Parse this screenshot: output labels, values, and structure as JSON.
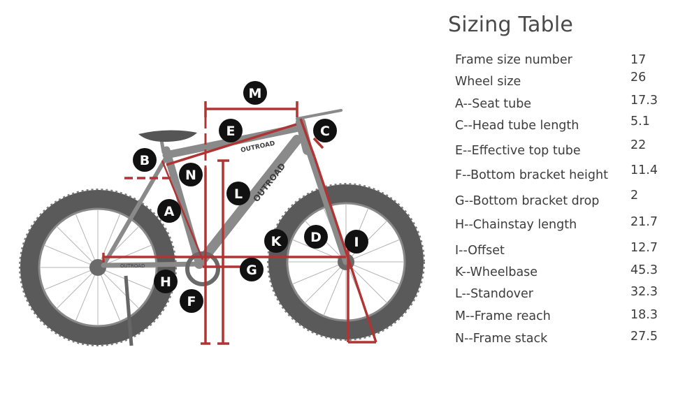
{
  "table": {
    "title": "Sizing Table",
    "rows": [
      {
        "label": "Frame size number",
        "value": "17"
      },
      {
        "label": "Wheel size",
        "value": "26"
      },
      {
        "label": "A--Seat tube",
        "value": "17.3"
      },
      {
        "label": "C--Head tube length",
        "value": "5.1"
      },
      {
        "label": "E--Effective top tube",
        "value": "22"
      },
      {
        "label": "F--Bottom bracket height",
        "value": "11.4"
      },
      {
        "label": "G--Bottom bracket drop",
        "value": "2"
      },
      {
        "label": "H--Chainstay length",
        "value": "21.7"
      },
      {
        "label": "I--Offset",
        "value": "12.7"
      },
      {
        "label": "K--Wheelbase",
        "value": "45.3"
      },
      {
        "label": "L--Standover",
        "value": "32.3"
      },
      {
        "label": "M--Frame reach",
        "value": "18.3"
      },
      {
        "label": "N--Frame stack",
        "value": "27.5"
      }
    ]
  },
  "diagram": {
    "frame_logo": "OUTROAD",
    "chainstay_logo": "OUTROAD",
    "measure_color": "#b03434",
    "markers": [
      "M",
      "E",
      "C",
      "B",
      "N",
      "L",
      "A",
      "K",
      "D",
      "I",
      "G",
      "H",
      "F"
    ]
  }
}
